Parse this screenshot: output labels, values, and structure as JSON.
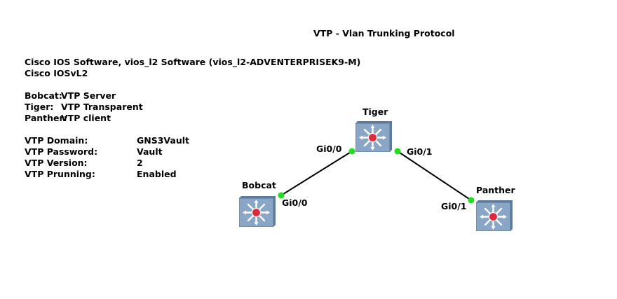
{
  "title": "VTP - Vlan Trunking Protocol",
  "ios_line1": "Cisco IOS Software, vios_l2 Software (vios_l2-ADVENTERPRISEK9-M)",
  "ios_line2": "Cisco IOSvL2",
  "roles": [
    {
      "name": "Bobcat:",
      "role": "VTP Server"
    },
    {
      "name": "Tiger:",
      "role": "VTP Transparent"
    },
    {
      "name": "Panther:",
      "role": "VTP client"
    }
  ],
  "settings": [
    {
      "key": "VTP Domain:",
      "value": "GNS3Vault"
    },
    {
      "key": "VTP Password:",
      "value": "Vault"
    },
    {
      "key": "VTP Version:",
      "value": "2"
    },
    {
      "key": "VTP Prunning:",
      "value": "Enabled"
    }
  ],
  "nodes": {
    "tiger": {
      "label": "Tiger",
      "icon": "switch-icon"
    },
    "bobcat": {
      "label": "Bobcat",
      "icon": "switch-icon"
    },
    "panther": {
      "label": "Panther",
      "icon": "switch-icon"
    }
  },
  "ports": {
    "tiger_gi00": "Gi0/0",
    "tiger_gi01": "Gi0/1",
    "bobcat_gi00": "Gi0/0",
    "panther_gi01": "Gi0/1"
  },
  "colors": {
    "switch_body": "#7f9bbd",
    "switch_center": "#e0283c",
    "link_status": "#22dd22"
  }
}
